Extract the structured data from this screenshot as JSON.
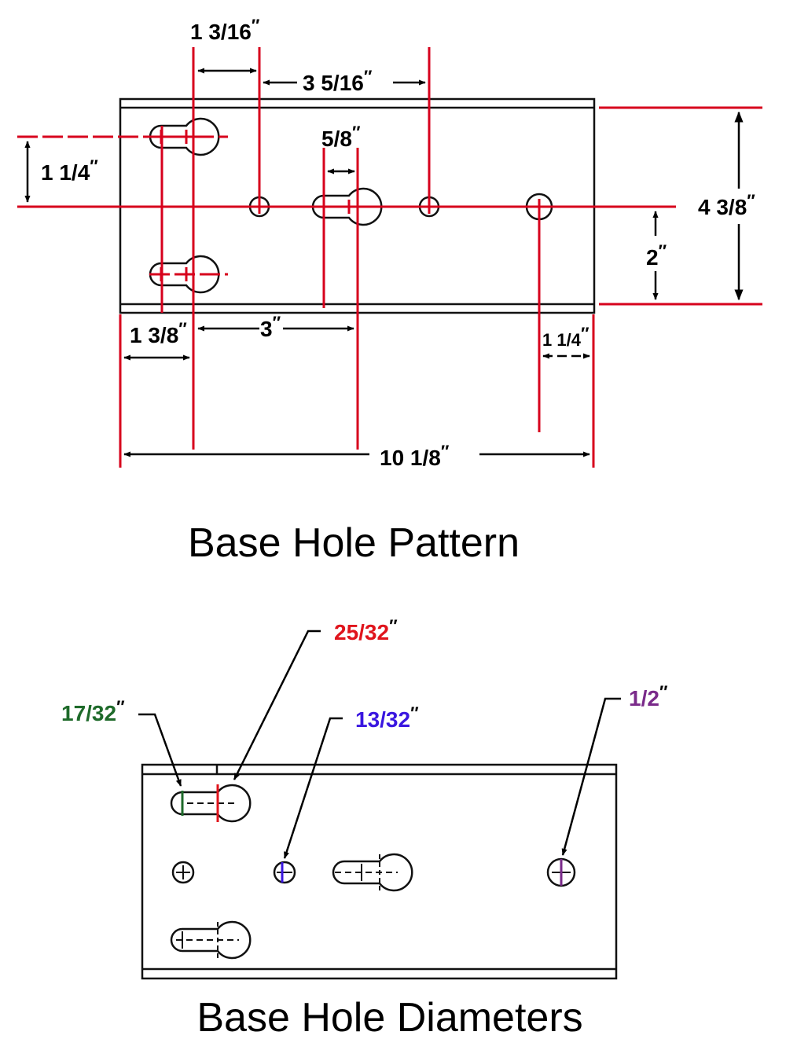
{
  "pattern": {
    "caption": "Base Hole Pattern",
    "dims": {
      "d1_3_16": "1 3/16",
      "d3_5_16": "3 5/16",
      "d5_8": "5/8",
      "d1_1_4_left": "1 1/4",
      "d4_3_8": "4 3/8",
      "d2": "2",
      "d1_3_8": "1 3/8",
      "d3": "3",
      "d1_1_4_right": "1 1/4",
      "d10_1_8": "10 1/8"
    },
    "inch_mark": "″"
  },
  "diameters": {
    "caption": "Base Hole Diameters",
    "callouts": {
      "c25_32": "25/32",
      "c17_32": "17/32",
      "c13_32": "13/32",
      "c1_2": "1/2"
    },
    "inch_mark": "″"
  },
  "colors": {
    "dimension_line": "#d7001c",
    "c25_32": "#e0141c",
    "c17_32": "#1e6a2a",
    "c13_32": "#3a16e0",
    "c1_2": "#7a2a8a",
    "outline": "#111111"
  }
}
